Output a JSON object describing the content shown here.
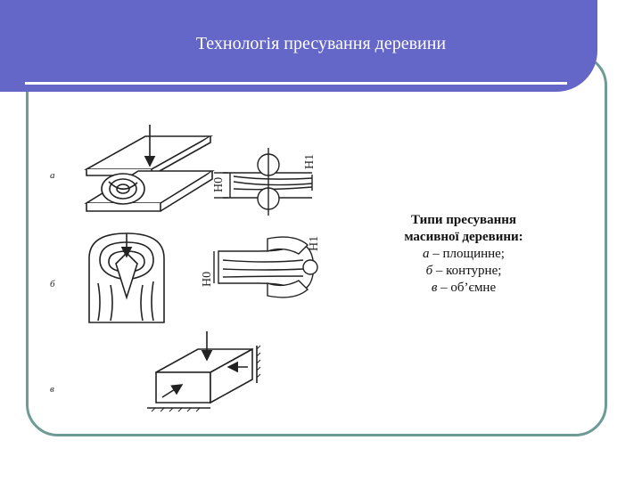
{
  "slide": {
    "title": "Технологія пресування деревини"
  },
  "figure": {
    "panel_a_label": "а",
    "panel_b_label": "б",
    "panel_c_label": "в",
    "h0_label": "H0",
    "h1_label": "H1"
  },
  "caption": {
    "heading_line1": "Типи пресування",
    "heading_line2": "масивної деревини:",
    "items": [
      {
        "letter": "а",
        "text": " – площинне;"
      },
      {
        "letter": "б",
        "text": " – контурне;"
      },
      {
        "letter": "в",
        "text": " – об’ємне"
      }
    ]
  },
  "colors": {
    "banner": "#6466c8",
    "frame": "#6e9b94"
  }
}
